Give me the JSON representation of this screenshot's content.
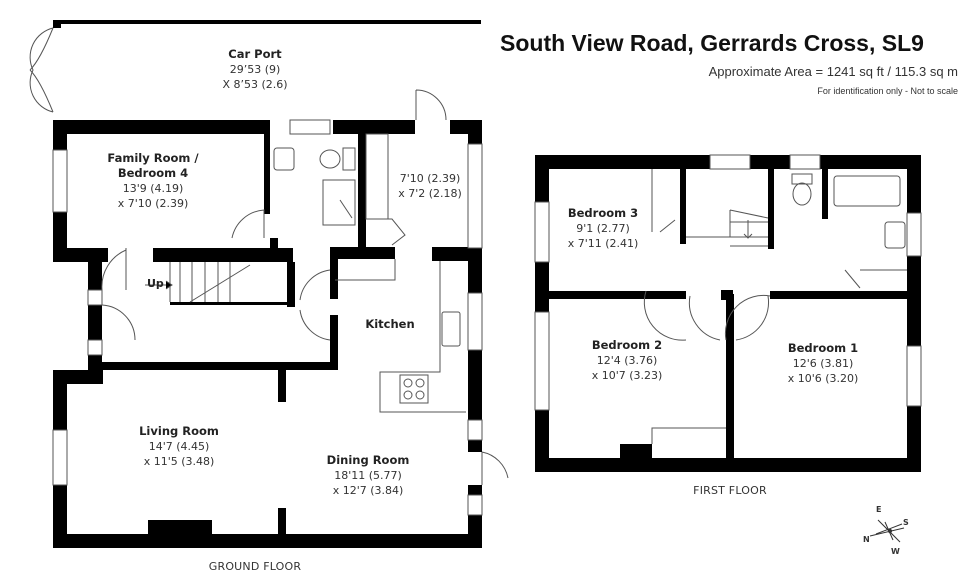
{
  "header": {
    "title": "South View Road, Gerrards Cross, SL9",
    "area": "Approximate Area = 1241 sq ft / 115.3 sq m",
    "disclaimer": "For identification only - Not to scale"
  },
  "ground_floor": {
    "label": "GROUND FLOOR",
    "rooms": [
      {
        "name": "Car Port",
        "dim1": "29’53 (9)",
        "dim2": "X 8’53 (2.6)"
      },
      {
        "name": "Family Room /",
        "name2": "Bedroom 4",
        "dim1": "13'9 (4.19)",
        "dim2": "x 7'10 (2.39)"
      },
      {
        "name": "",
        "dim1": "7'10 (2.39)",
        "dim2": "x 7'2 (2.18)"
      },
      {
        "name": "Kitchen"
      },
      {
        "name": "Living Room",
        "dim1": "14'7 (4.45)",
        "dim2": "x 11'5 (3.48)"
      },
      {
        "name": "Dining Room",
        "dim1": "18'11 (5.77)",
        "dim2": "x 12'7 (3.84)"
      }
    ],
    "stairs_label": "Up"
  },
  "first_floor": {
    "label": "FIRST FLOOR",
    "rooms": [
      {
        "name": "Bedroom 3",
        "dim1": "9'1 (2.77)",
        "dim2": "x 7'11 (2.41)"
      },
      {
        "name": "Bedroom 2",
        "dim1": "12'4 (3.76)",
        "dim2": "x 10'7 (3.23)"
      },
      {
        "name": "Bedroom 1",
        "dim1": "12'6 (3.81)",
        "dim2": "x 10'6 (3.20)"
      }
    ]
  },
  "compass": {
    "e": "E",
    "s": "S",
    "n": "N",
    "w": "W"
  },
  "colors": {
    "wall": "#000000",
    "line": "#555555",
    "background": "#ffffff"
  }
}
